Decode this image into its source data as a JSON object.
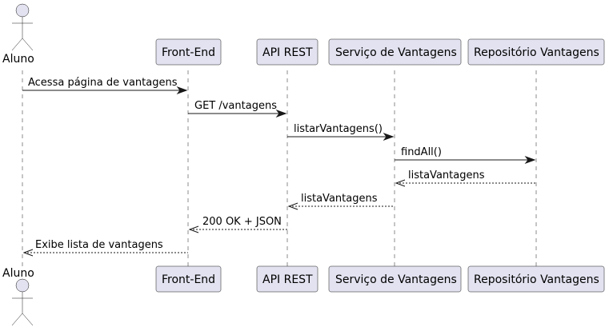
{
  "diagram": {
    "actor": {
      "name": "Aluno"
    },
    "participants": [
      {
        "id": "frontend",
        "name": "Front-End"
      },
      {
        "id": "api",
        "name": "API REST"
      },
      {
        "id": "servico",
        "name": "Serviço de Vantagens"
      },
      {
        "id": "repo",
        "name": "Repositório Vantagens"
      }
    ],
    "messages": [
      {
        "from": "aluno",
        "to": "frontend",
        "label": "Acessa página de vantagens",
        "style": "solid"
      },
      {
        "from": "frontend",
        "to": "api",
        "label": "GET /vantagens",
        "style": "solid"
      },
      {
        "from": "api",
        "to": "servico",
        "label": "listarVantagens()",
        "style": "solid"
      },
      {
        "from": "servico",
        "to": "repo",
        "label": "findAll()",
        "style": "solid"
      },
      {
        "from": "repo",
        "to": "servico",
        "label": "listaVantagens",
        "style": "dashed"
      },
      {
        "from": "servico",
        "to": "api",
        "label": "listaVantagens",
        "style": "dashed"
      },
      {
        "from": "api",
        "to": "frontend",
        "label": "200 OK + JSON",
        "style": "dashed"
      },
      {
        "from": "frontend",
        "to": "aluno",
        "label": "Exibe lista de vantagens",
        "style": "dashed"
      }
    ]
  }
}
